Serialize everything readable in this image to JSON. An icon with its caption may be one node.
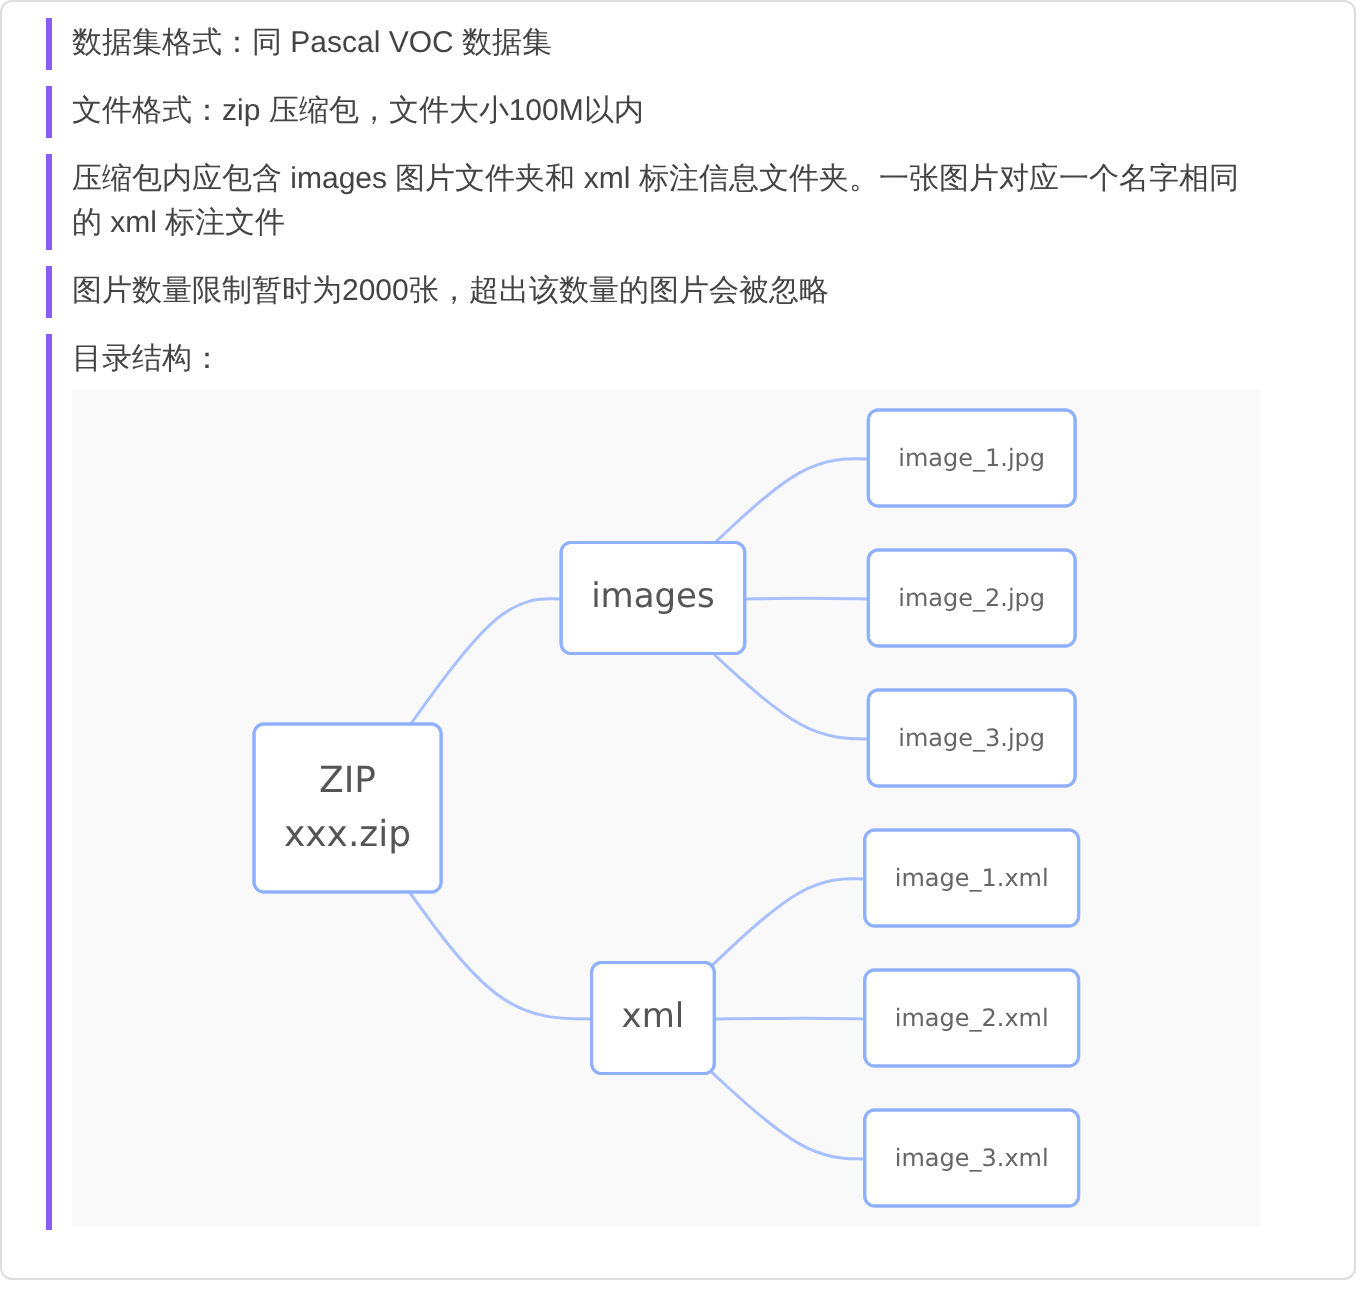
{
  "diagram": {
    "nodes": [
      {
        "text": [
          "ZIP",
          "xxx.zip"
        ]
      },
      {
        "text": [
          "images"
        ]
      },
      {
        "text": [
          "xml"
        ]
      },
      {
        "text": [
          "image_1.jpg"
        ]
      },
      {
        "text": [
          "image_2.jpg"
        ]
      },
      {
        "text": [
          "image_3.jpg"
        ]
      },
      {
        "text": [
          "image_1.xml"
        ]
      },
      {
        "text": [
          "image_2.xml"
        ]
      },
      {
        "text": [
          "image_3.xml"
        ]
      }
    ],
    "edges": [
      {
        "from": 0,
        "to": 1,
        "arrow": "none"
      },
      {
        "from": 0,
        "to": 2,
        "arrow": "none"
      },
      {
        "from": 1,
        "to": 3,
        "arrow": "none"
      },
      {
        "from": 1,
        "to": 4,
        "arrow": "none"
      },
      {
        "from": 1,
        "to": 5,
        "arrow": "none"
      },
      {
        "from": 2,
        "to": 6,
        "arrow": "none"
      },
      {
        "from": 2,
        "to": 7,
        "arrow": "none"
      },
      {
        "from": 2,
        "to": 8,
        "arrow": "none"
      }
    ],
    "labels": [
      "数据集格式：同 Pascal VOC 数据集",
      "文件格式：zip 压缩包，文件大小100M以内",
      "压缩包内应包含 images 图片文件夹和 xml 标注信息文件夹。一张图片对应一个名字相同的 xml 标注文件",
      "图片数量限制暂时为2000张，超出该数量的图片会被忽略",
      "目录结构："
    ]
  }
}
